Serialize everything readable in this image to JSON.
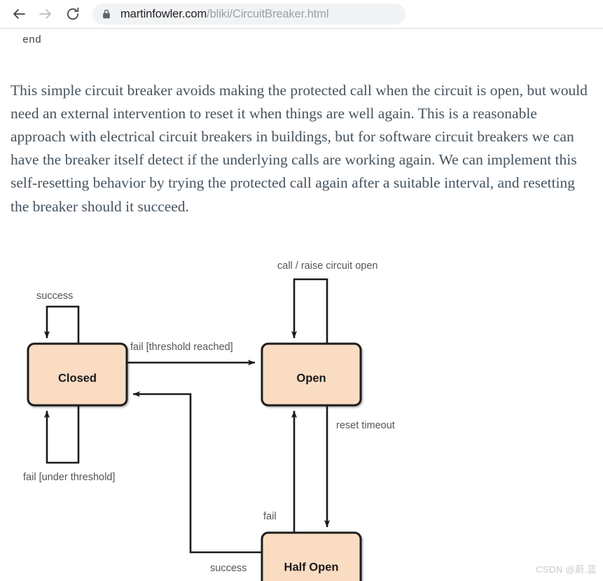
{
  "browser": {
    "back_icon": "arrow-left-icon",
    "forward_icon": "arrow-right-icon",
    "reload_icon": "reload-icon",
    "lock_icon": "lock-icon",
    "url_host": "martinfowler.com",
    "url_path": "/bliki/CircuitBreaker.html",
    "url_full": "martinfowler.com/bliki/CircuitBreaker.html"
  },
  "page": {
    "code_fragment": "end",
    "paragraph": "This simple circuit breaker avoids making the protected call when the circuit is open, but would need an external intervention to reset it when things are well again. This is a reasonable approach with electrical circuit breakers in buildings, but for software circuit breakers we can have the breaker itself detect if the underlying calls are working again. We can implement this self-resetting behavior by trying the protected call again after a suitable interval, and resetting the breaker should it succeed.",
    "watermark": "CSDN @蔚.蓝"
  },
  "diagram": {
    "type": "state-machine",
    "states": [
      {
        "id": "closed",
        "label": "Closed"
      },
      {
        "id": "open",
        "label": "Open"
      },
      {
        "id": "half_open",
        "label": "Half Open"
      }
    ],
    "transitions": [
      {
        "id": "t1",
        "from": "closed",
        "to": "closed",
        "label": "success"
      },
      {
        "id": "t2",
        "from": "closed",
        "to": "closed",
        "label": "fail [under threshold]"
      },
      {
        "id": "t3",
        "from": "closed",
        "to": "open",
        "label": "fail [threshold reached]"
      },
      {
        "id": "t4",
        "from": "open",
        "to": "open",
        "label": "call / raise circuit open"
      },
      {
        "id": "t5",
        "from": "open",
        "to": "half_open",
        "label": "reset timeout"
      },
      {
        "id": "t6",
        "from": "half_open",
        "to": "open",
        "label": "fail"
      },
      {
        "id": "t7",
        "from": "half_open",
        "to": "closed",
        "label": "success"
      }
    ],
    "colors": {
      "state_fill": "#fadcc3",
      "state_stroke": "#1a1a1a",
      "edge_stroke": "#1a1a1a",
      "label_text": "#555555"
    }
  }
}
